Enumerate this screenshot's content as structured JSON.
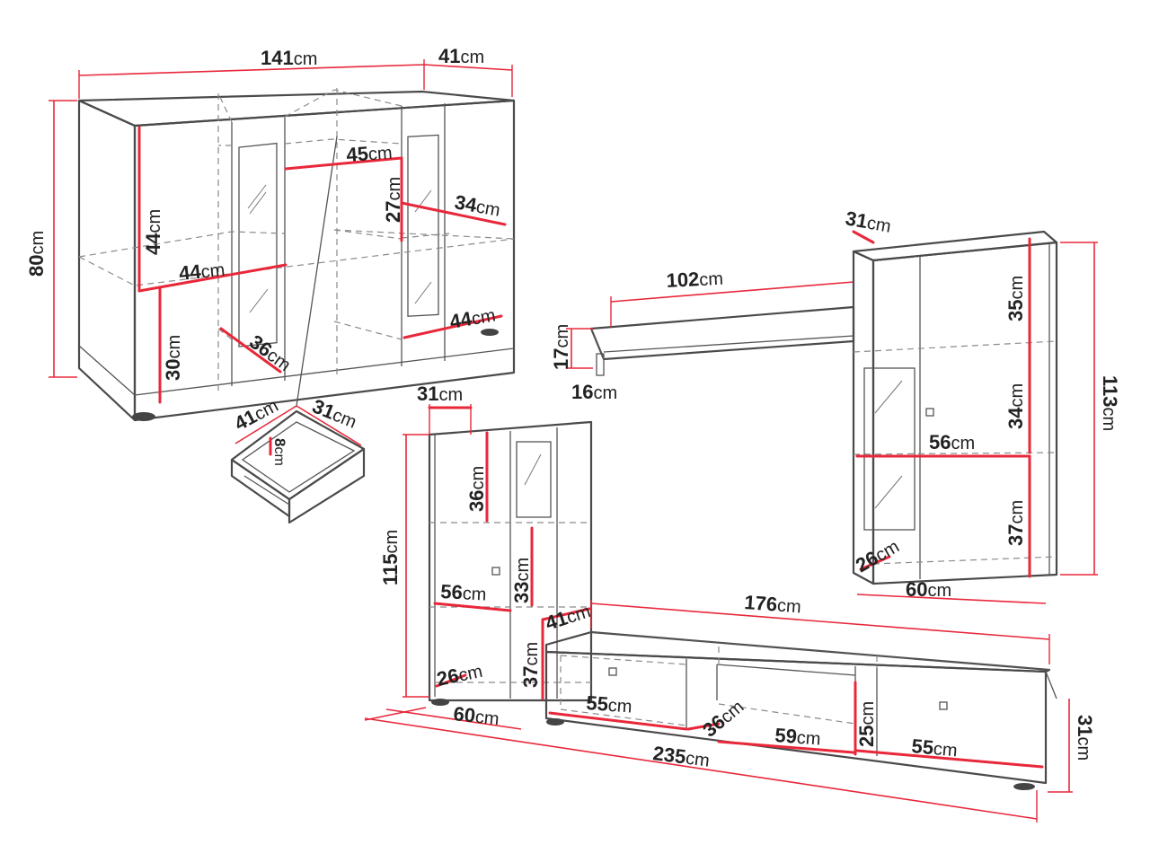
{
  "labels": {
    "sb_width": {
      "num": "141",
      "unit": "cm"
    },
    "sb_depth": {
      "num": "41",
      "unit": "cm"
    },
    "sb_height": {
      "num": "80",
      "unit": "cm"
    },
    "sb_shelf_w": {
      "num": "45",
      "unit": "cm"
    },
    "sb_shelf_h": {
      "num": "27",
      "unit": "cm"
    },
    "sb_shelf_d": {
      "num": "34",
      "unit": "cm"
    },
    "sb_door_h": {
      "num": "44",
      "unit": "cm"
    },
    "sb_left_w": {
      "num": "44",
      "unit": "cm"
    },
    "sb_right_w": {
      "num": "44",
      "unit": "cm"
    },
    "sb_lower_h": {
      "num": "30",
      "unit": "cm"
    },
    "sb_lower_d": {
      "num": "36",
      "unit": "cm"
    },
    "dr_w": {
      "num": "41",
      "unit": "cm"
    },
    "dr_d": {
      "num": "31",
      "unit": "cm"
    },
    "dr_h": {
      "num": "8",
      "unit": "cm"
    },
    "sh_w": {
      "num": "102",
      "unit": "cm"
    },
    "sh_h": {
      "num": "17",
      "unit": "cm"
    },
    "sh_d": {
      "num": "16",
      "unit": "cm"
    },
    "rc_d": {
      "num": "31",
      "unit": "cm"
    },
    "rc_top": {
      "num": "35",
      "unit": "cm"
    },
    "rc_mid": {
      "num": "34",
      "unit": "cm"
    },
    "rc_h": {
      "num": "113",
      "unit": "cm"
    },
    "rc_inner": {
      "num": "56",
      "unit": "cm"
    },
    "rc_low": {
      "num": "37",
      "unit": "cm"
    },
    "rc_shelf": {
      "num": "26",
      "unit": "cm"
    },
    "rc_w": {
      "num": "60",
      "unit": "cm"
    },
    "lc_d": {
      "num": "31",
      "unit": "cm"
    },
    "lc_top": {
      "num": "36",
      "unit": "cm"
    },
    "lc_h": {
      "num": "115",
      "unit": "cm"
    },
    "lc_mid": {
      "num": "33",
      "unit": "cm"
    },
    "lc_inner": {
      "num": "56",
      "unit": "cm"
    },
    "lc_tvd": {
      "num": "41",
      "unit": "cm"
    },
    "lc_low": {
      "num": "37",
      "unit": "cm"
    },
    "lc_shelf": {
      "num": "26",
      "unit": "cm"
    },
    "lc_w": {
      "num": "60",
      "unit": "cm"
    },
    "tv_w": {
      "num": "176",
      "unit": "cm"
    },
    "tv_left": {
      "num": "55",
      "unit": "cm"
    },
    "tv_mid_d": {
      "num": "36",
      "unit": "cm"
    },
    "tv_mid_w": {
      "num": "59",
      "unit": "cm"
    },
    "tv_mid_h": {
      "num": "25",
      "unit": "cm"
    },
    "tv_right": {
      "num": "55",
      "unit": "cm"
    },
    "tv_h": {
      "num": "31",
      "unit": "cm"
    },
    "total_w": {
      "num": "235",
      "unit": "cm"
    }
  },
  "colors": {
    "dimension": "#e8283a",
    "outline": "#4a4a4a",
    "hidden": "#8a8a8a",
    "text": "#222222"
  }
}
